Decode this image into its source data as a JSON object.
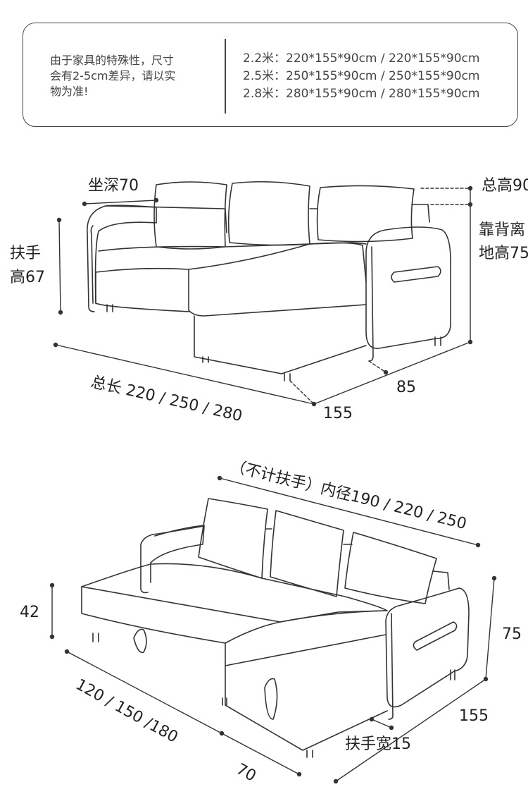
{
  "note": {
    "lines": [
      "由于家具的特殊性，尺寸",
      "会有2-5cm差异，请以实",
      "物为准!"
    ]
  },
  "sizes": [
    "2.2米：220*155*90cm / 220*155*90cm",
    "2.5米：250*155*90cm / 250*155*90cm",
    "2.8米：280*155*90cm / 280*155*90cm"
  ],
  "top_diagram": {
    "seat_depth": "坐深70",
    "armrest_height": [
      "扶手",
      "高67"
    ],
    "total_height": "总高90",
    "back_height": [
      "靠背离",
      "地高75"
    ],
    "total_length": "总长 220 / 250 / 280",
    "depth_85": "85",
    "depth_155": "155"
  },
  "bottom_diagram": {
    "inner_width": "（不计扶手）内径190 / 220 / 250",
    "height_42": "42",
    "height_75": "75",
    "bed_length": "120 / 150 /180",
    "depth_70": "70",
    "depth_155": "155",
    "armrest_width": "扶手宽15"
  },
  "colors": {
    "line": "#333333",
    "text": "#222222",
    "frame": "#444444"
  }
}
